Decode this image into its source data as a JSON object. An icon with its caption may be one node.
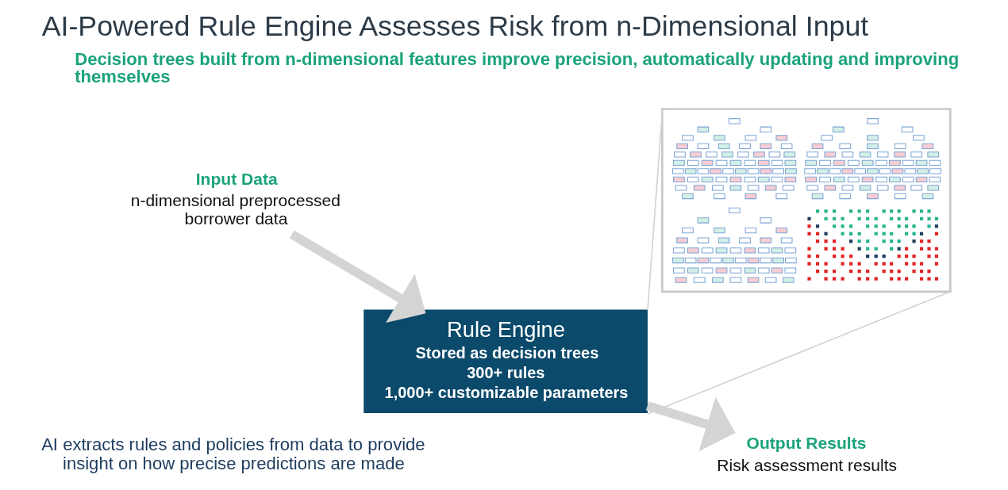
{
  "diagram": {
    "title": "AI-Powered Rule Engine Assesses Risk from n-Dimensional Input",
    "nodes": [
      {
        "text": [
          "Input Data",
          "n-dimensional preprocessed borrower data"
        ]
      },
      {
        "text": [
          "Rule Engine",
          "Stored as decision trees",
          "300+ rules",
          "1,000+ customizable parameters"
        ]
      },
      {
        "text": [],
        "shape": "picture"
      },
      {
        "text": [
          "Output Results",
          "Risk assessment results"
        ]
      }
    ],
    "edges": [
      {
        "from": 0,
        "to": 1,
        "arrow": "to",
        "style": "thick"
      },
      {
        "from": 1,
        "to": 2,
        "arrow": "none"
      },
      {
        "from": 1,
        "to": 2,
        "arrow": "none"
      },
      {
        "from": 1,
        "to": 3,
        "arrow": "to",
        "style": "thick"
      }
    ],
    "labels": [
      "Decision trees built from n-dimensional features improve precision, automatically updating and improving themselves",
      "AI extracts rules and policies from data to provide insight on how precise predictions are made"
    ]
  }
}
